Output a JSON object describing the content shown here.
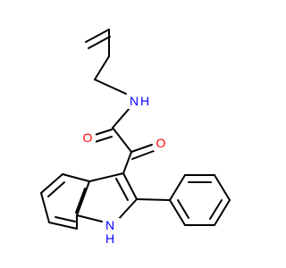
{
  "atoms": {
    "amide_n": {
      "symbol": "N",
      "h": "H",
      "color": "#0000ff"
    },
    "amide_o": {
      "symbol": "O",
      "color": "#ff0000"
    },
    "keto_o": {
      "symbol": "O",
      "color": "#ff0000"
    },
    "indole_n": {
      "symbol": "N",
      "h": "H",
      "color": "#0000ff"
    }
  }
}
